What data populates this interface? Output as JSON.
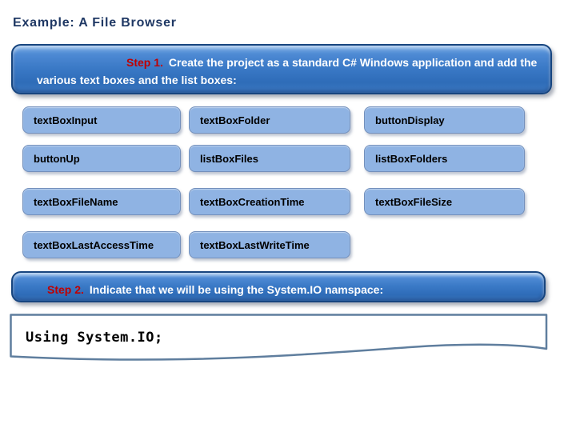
{
  "title": "Example: A File Browser",
  "colors": {
    "title_text": "#1F3864",
    "step_label_red": "#C00000",
    "step_box_blue": "#3A79C6",
    "step_box_border": "#17457F",
    "grid_box_fill": "#8FB3E3",
    "grid_box_border": "#7390BC",
    "code_box_border": "#5F7E9E"
  },
  "step1": {
    "label": "Step 1.",
    "line1": "Create the project as a standard C# Windows application and add the",
    "line2": "various text boxes and the list boxes:"
  },
  "grid": {
    "boxes": [
      {
        "label": "textBoxInput"
      },
      {
        "label": "textBoxFolder"
      },
      {
        "label": "buttonDisplay"
      },
      {
        "label": "buttonUp"
      },
      {
        "label": "listBoxFiles"
      },
      {
        "label": "listBoxFolders"
      },
      {
        "label": "textBoxFileName"
      },
      {
        "label": "textBoxCreationTime"
      },
      {
        "label": "textBoxFileSize"
      },
      {
        "label": "textBoxLastAccessTime"
      },
      {
        "label": "textBoxLastWriteTime"
      }
    ]
  },
  "step2": {
    "label": "Step 2.",
    "text": "Indicate that we will be using the System.IO namspace:"
  },
  "code": {
    "text": "Using System.IO;"
  }
}
